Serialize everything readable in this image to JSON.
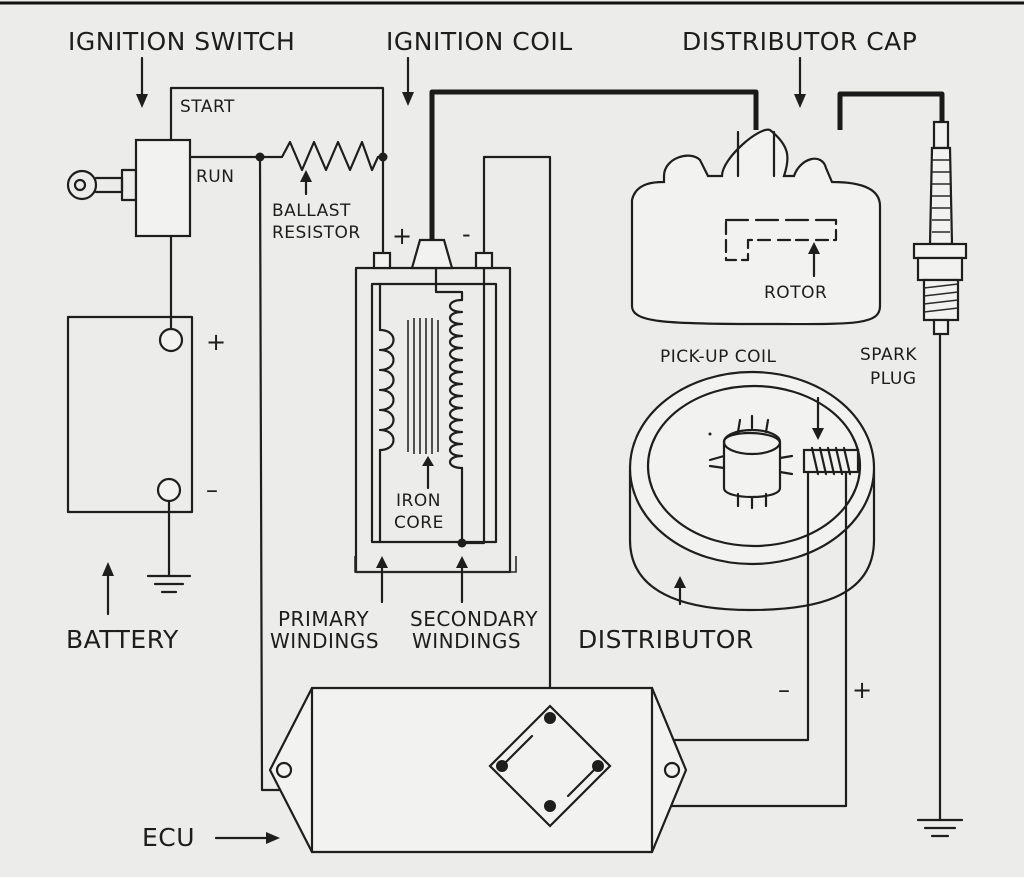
{
  "labels": {
    "ignition_switch": "IGNITION SWITCH",
    "ignition_coil": "IGNITION COIL",
    "distributor_cap": "DISTRIBUTOR CAP",
    "start": "START",
    "run": "RUN",
    "ballast_resistor_1": "BALLAST",
    "ballast_resistor_2": "RESISTOR",
    "coil_plus": "+",
    "coil_minus": "-",
    "battery_plus": "+",
    "battery_minus": "–",
    "rotor": "ROTOR",
    "pick_up_coil": "PICK-UP COIL",
    "spark_plug_1": "SPARK",
    "spark_plug_2": "PLUG",
    "iron_core_1": "IRON",
    "iron_core_2": "CORE",
    "primary_windings_1": "PRIMARY",
    "primary_windings_2": "WINDINGS",
    "secondary_windings_1": "SECONDARY",
    "secondary_windings_2": "WINDINGS",
    "battery": "BATTERY",
    "distributor": "DISTRIBUTOR",
    "pickup_minus": "–",
    "pickup_plus": "+",
    "ecu": "ECU"
  }
}
